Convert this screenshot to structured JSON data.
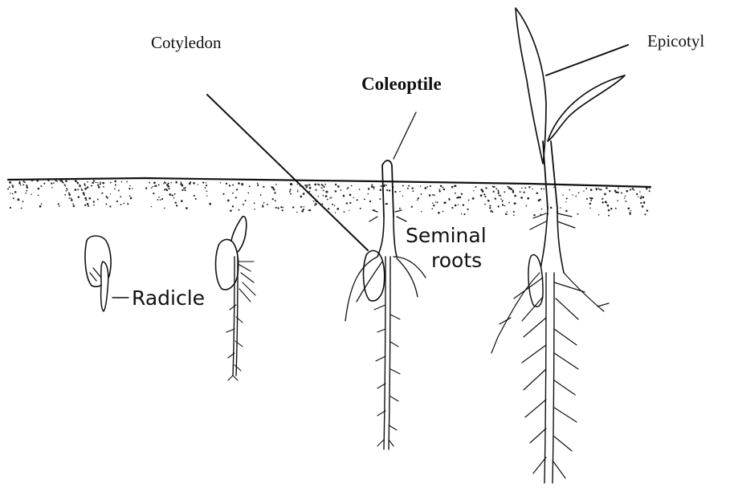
{
  "labels": {
    "cotyledon": "Cotyledon",
    "coleoptile": "Coleoptile",
    "epicotyl": "Epicotyl",
    "seminal_line1": "Seminal",
    "seminal_line2": "roots",
    "radicle": "Radicle"
  },
  "colors": {
    "ink": "#111111",
    "background": "#ffffff",
    "soil_dots": "#222222"
  }
}
